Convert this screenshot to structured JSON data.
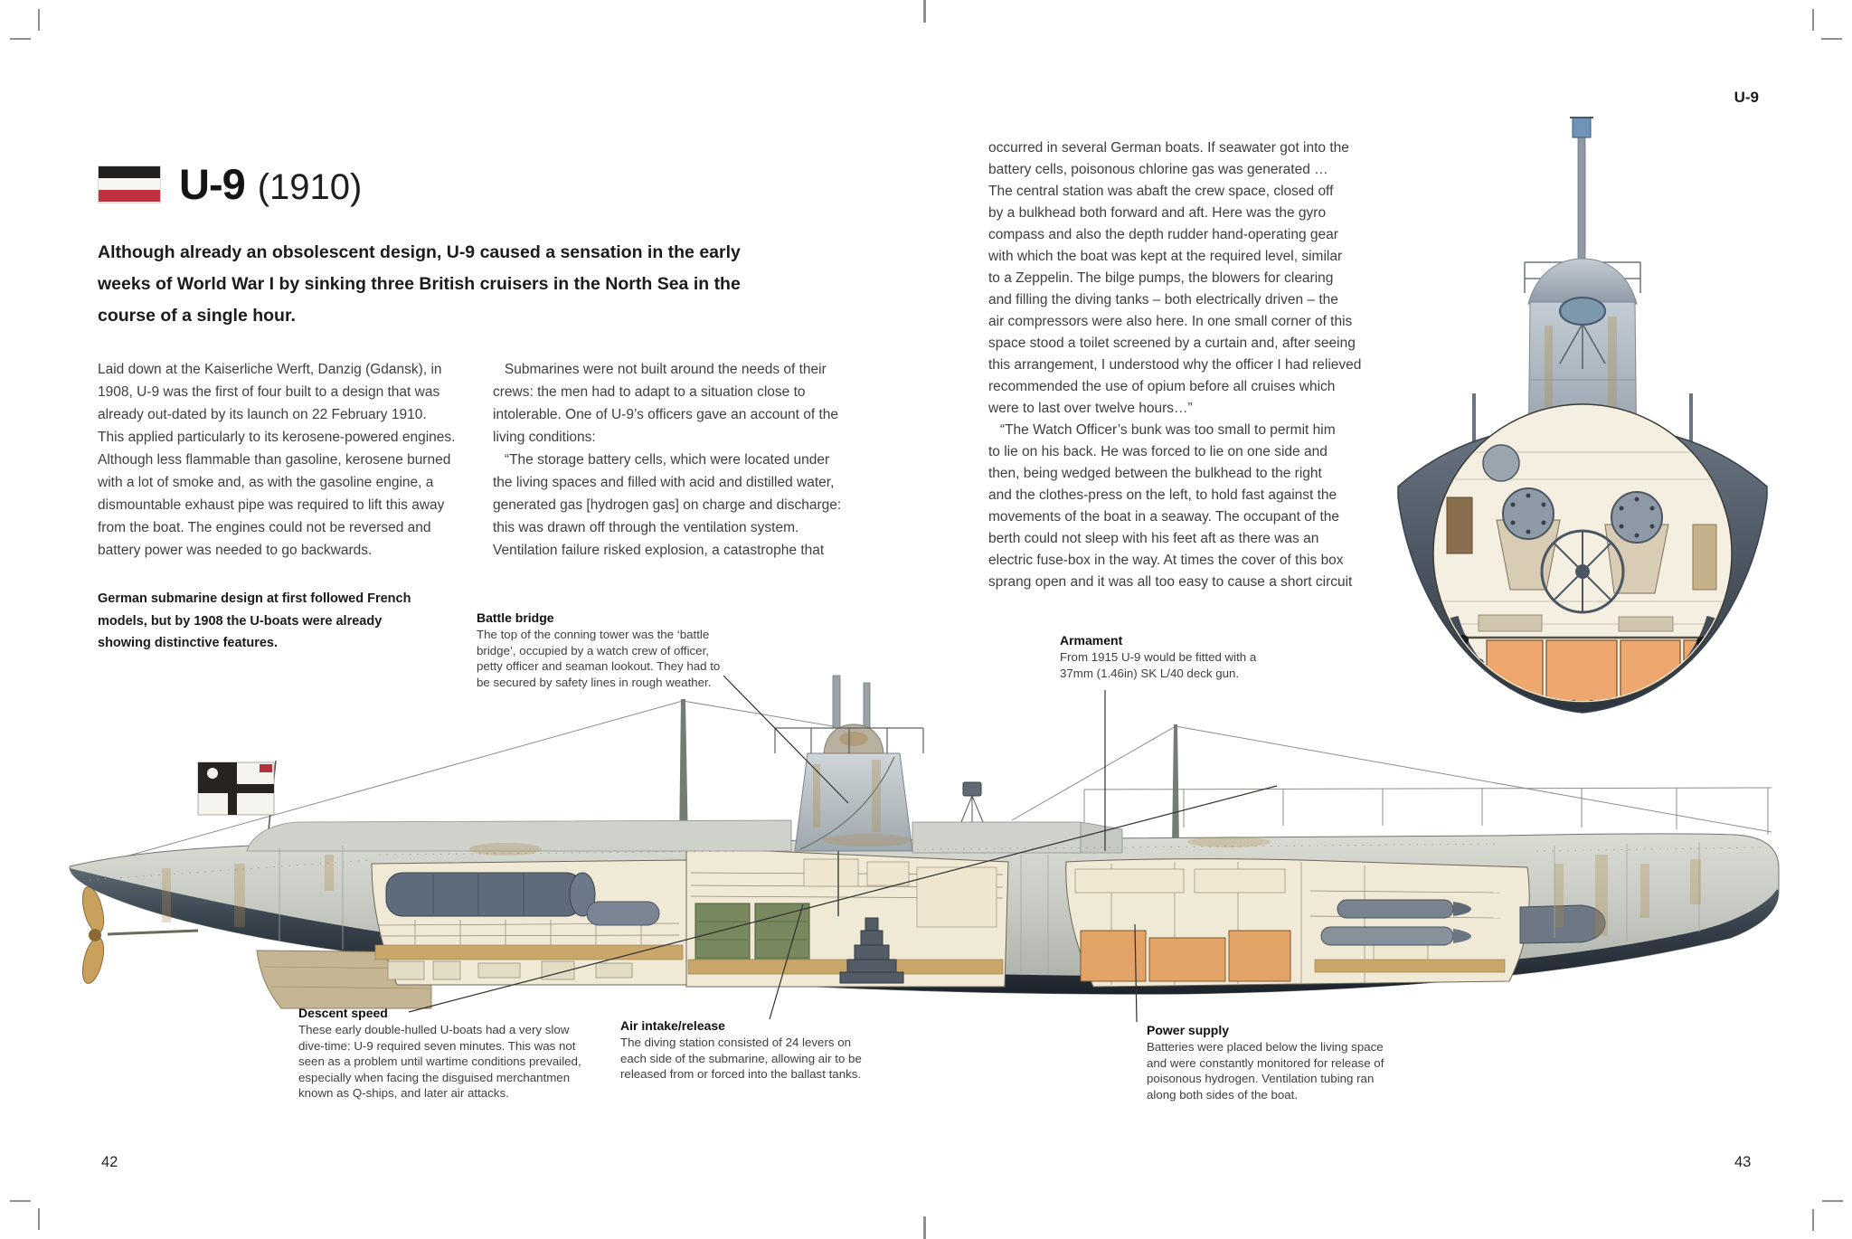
{
  "page": {
    "running_head": "U-9",
    "left_page_number": "42",
    "right_page_number": "43"
  },
  "header": {
    "title": "U-9",
    "year": "(1910)",
    "standfirst": "Although already an obsolescent design, U-9 caused a sensation in the early\nweeks of World War I by sinking three British cruisers in the North Sea in the\ncourse of a single hour."
  },
  "article": {
    "column_1": "Laid down at the Kaiserliche Werft, Danzig (Gdansk), in\n1908, U-9 was the first of four built to a design that was\nalready out-dated by its launch on 22 February 1910.\nThis applied particularly to its kerosene-powered engines.\nAlthough less flammable than gasoline, kerosene burned\nwith a lot of smoke and, as with the gasoline engine, a\ndismountable exhaust pipe was required to lift this away\nfrom the boat. The engines could not be reversed and\nbattery power was needed to go backwards.",
    "column_2": "   Submarines were not built around the needs of their\ncrews: the men had to adapt to a situation close to\nintolerable. One of U-9’s officers gave an account of the\nliving conditions:\n   “The storage battery cells, which were located under\nthe living spaces and filled with acid and distilled water,\ngenerated gas [hydrogen gas] on charge and discharge:\nthis was drawn off through the ventilation system.\nVentilation failure risked explosion, a catastrophe that",
    "column_3": "occurred in several German boats. If seawater got into the\nbattery cells, poisonous chlorine gas was generated …\nThe central station was abaft the crew space, closed off\nby a bulkhead both forward and aft. Here was the gyro\ncompass and also the depth rudder hand-operating gear\nwith which the boat was kept at the required level, similar\nto a Zeppelin. The bilge pumps, the blowers for clearing\nand filling the diving tanks – both electrically driven – the\nair compressors were also here. In one small corner of this\nspace stood a toilet screened by a curtain and, after seeing\nthis arrangement, I understood why the officer I had relieved\nrecommended the use of opium before all cruises which\nwere to last over twelve hours…”\n   “The Watch Officer’s bunk was too small to permit him\nto lie on his back. He was forced to lie on one side and\nthen, being wedged between the bulkhead to the right\nand the clothes-press on the left, to hold fast against the\nmovements of the boat in a seaway. The occupant of the\nberth could not sleep with his feet aft as there was an\nelectric fuse-box in the way. At times the cover of this box\nsprang open and it was all too easy to cause a short circuit",
    "caption": "German submarine design at first followed French\nmodels, but by 1908 the U-boats were already\nshowing distinctive features."
  },
  "callouts": {
    "battle_bridge": {
      "title": "Battle bridge",
      "body": "The top of the conning tower was the ‘battle\nbridge’, occupied by a watch crew of officer,\npetty officer and seaman lookout. They had to\nbe secured by safety lines in rough weather."
    },
    "armament": {
      "title": "Armament",
      "body": "From 1915 U-9 would be fitted with a\n37mm (1.46in) SK L/40 deck gun."
    },
    "descent_speed": {
      "title": "Descent speed",
      "body": "These early double-hulled U-boats had a very slow\ndive-time: U-9 required seven minutes. This was not\nseen as a problem until wartime conditions prevailed,\nespecially when facing the disguised merchantmen\nknown as Q-ships, and later air attacks."
    },
    "air_intake": {
      "title": "Air intake/release",
      "body": "The diving station consisted of 24 levers on\neach side of the submarine, allowing air to be\nreleased from or forced into the ballast tanks."
    },
    "power_supply": {
      "title": "Power supply",
      "body": "Batteries were placed below the living space\nand were constantly monitored for release of\npoisonous hydrogen. Ventilation tubing ran\nalong both sides of the boat."
    }
  },
  "flag_colors": {
    "top": "#221f1c",
    "middle": "#f7f6f3",
    "bottom": "#c22f3d"
  },
  "illustration_colors": {
    "hull_light": "#c9cdc5",
    "hull_dark": "#39434e",
    "interior_cream": "#f0e9d5",
    "battery_orange": "#e3a266",
    "battery_green": "#79895f",
    "rust": "#b08b4f"
  }
}
